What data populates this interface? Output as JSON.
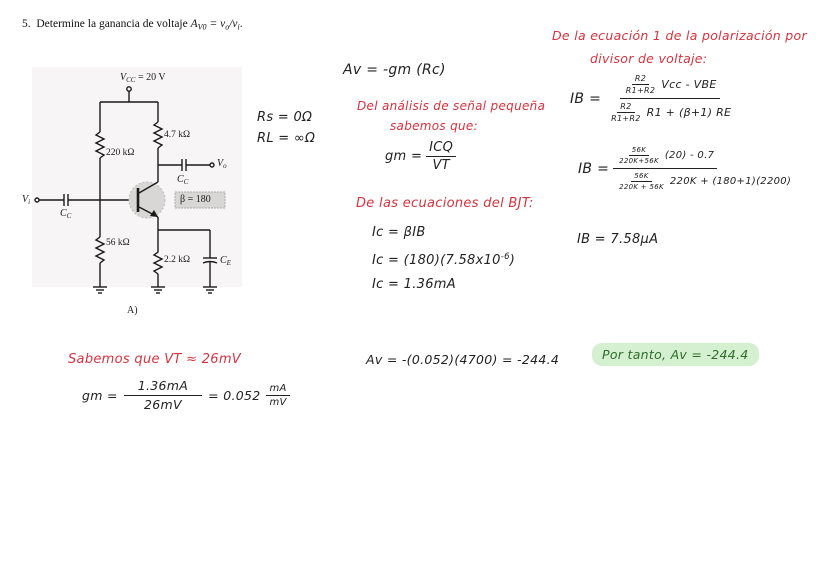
{
  "problem": {
    "number": "5.",
    "statement": "Determine la ganancia de voltaje ",
    "formula": "A",
    "formula_sub": "V0",
    "formula_rest": " = v",
    "formula_o": "o",
    "formula_slash": "/v",
    "formula_i": "i",
    "period": "."
  },
  "circuit": {
    "vcc_label": "V",
    "vcc_sub": "CC",
    "vcc_value": " = 20 V",
    "r1": "220 kΩ",
    "rc": "4.7 kΩ",
    "r2": "56 kΩ",
    "re": "2.2 kΩ",
    "beta": "β = 180",
    "cc_in": "C",
    "cc_in_sub": "C",
    "cc_out": "C",
    "cc_out_sub": "C",
    "ce": "C",
    "ce_sub": "E",
    "vi": "V",
    "vi_sub": "i",
    "vo": "V",
    "vo_sub": "o",
    "caption": "A)"
  },
  "given": {
    "rs": "Rs = 0Ω",
    "rl": "RL = ∞Ω"
  },
  "gain_formula": "Av = -gm (Rc)",
  "small_signal": {
    "heading_line1": "Del análisis de señal pequeña",
    "heading_line2": "sabemos que:",
    "gm_lhs": "gm =",
    "gm_num": "ICQ",
    "gm_den": "VT"
  },
  "bjt": {
    "heading": "De las ecuaciones del BJT:",
    "eq1": "Ic = βIB",
    "eq2_a": "Ic = (180)(7.58x10",
    "eq2_exp": "-6",
    "eq2_b": ")",
    "eq3": "Ic = 1.36mA"
  },
  "bias": {
    "heading_line1": "De la ecuación 1 de la polarización por",
    "heading_line2": "divisor de voltaje:",
    "ib_lhs": "IB =",
    "gen_num_frac_num": "R2",
    "gen_num_frac_den": "R1+R2",
    "gen_num_rest": "Vcc - VBE",
    "gen_den_frac_num": "R2",
    "gen_den_frac_den": "R1+R2",
    "gen_den_rest": "R1 + (β+1) RE",
    "sub_num_frac_num": "56K",
    "sub_num_frac_den": "220K+56K",
    "sub_num_rest": "(20) - 0.7",
    "sub_den_frac_num": "56K",
    "sub_den_frac_den": "220K + 56K",
    "sub_den_rest": "220K + (180+1)(2200)",
    "result": "IB = 7.58µA"
  },
  "vt": {
    "heading": "Sabemos que VT ≈ 26mV",
    "gm_lhs": "gm =",
    "gm_num": "1.36mA",
    "gm_den": "26mV",
    "gm_eq": "= 0.052",
    "unit_num": "mA",
    "unit_den": "mV"
  },
  "final_calc": "Av = -(0.052)(4700) = -244.4",
  "conclusion": "Por tanto, Av = -244.4",
  "colors": {
    "red_ink": "#d6333f",
    "green_ink": "#2f6b2a",
    "highlight": "#d4f0d0",
    "black_ink": "#222222"
  }
}
